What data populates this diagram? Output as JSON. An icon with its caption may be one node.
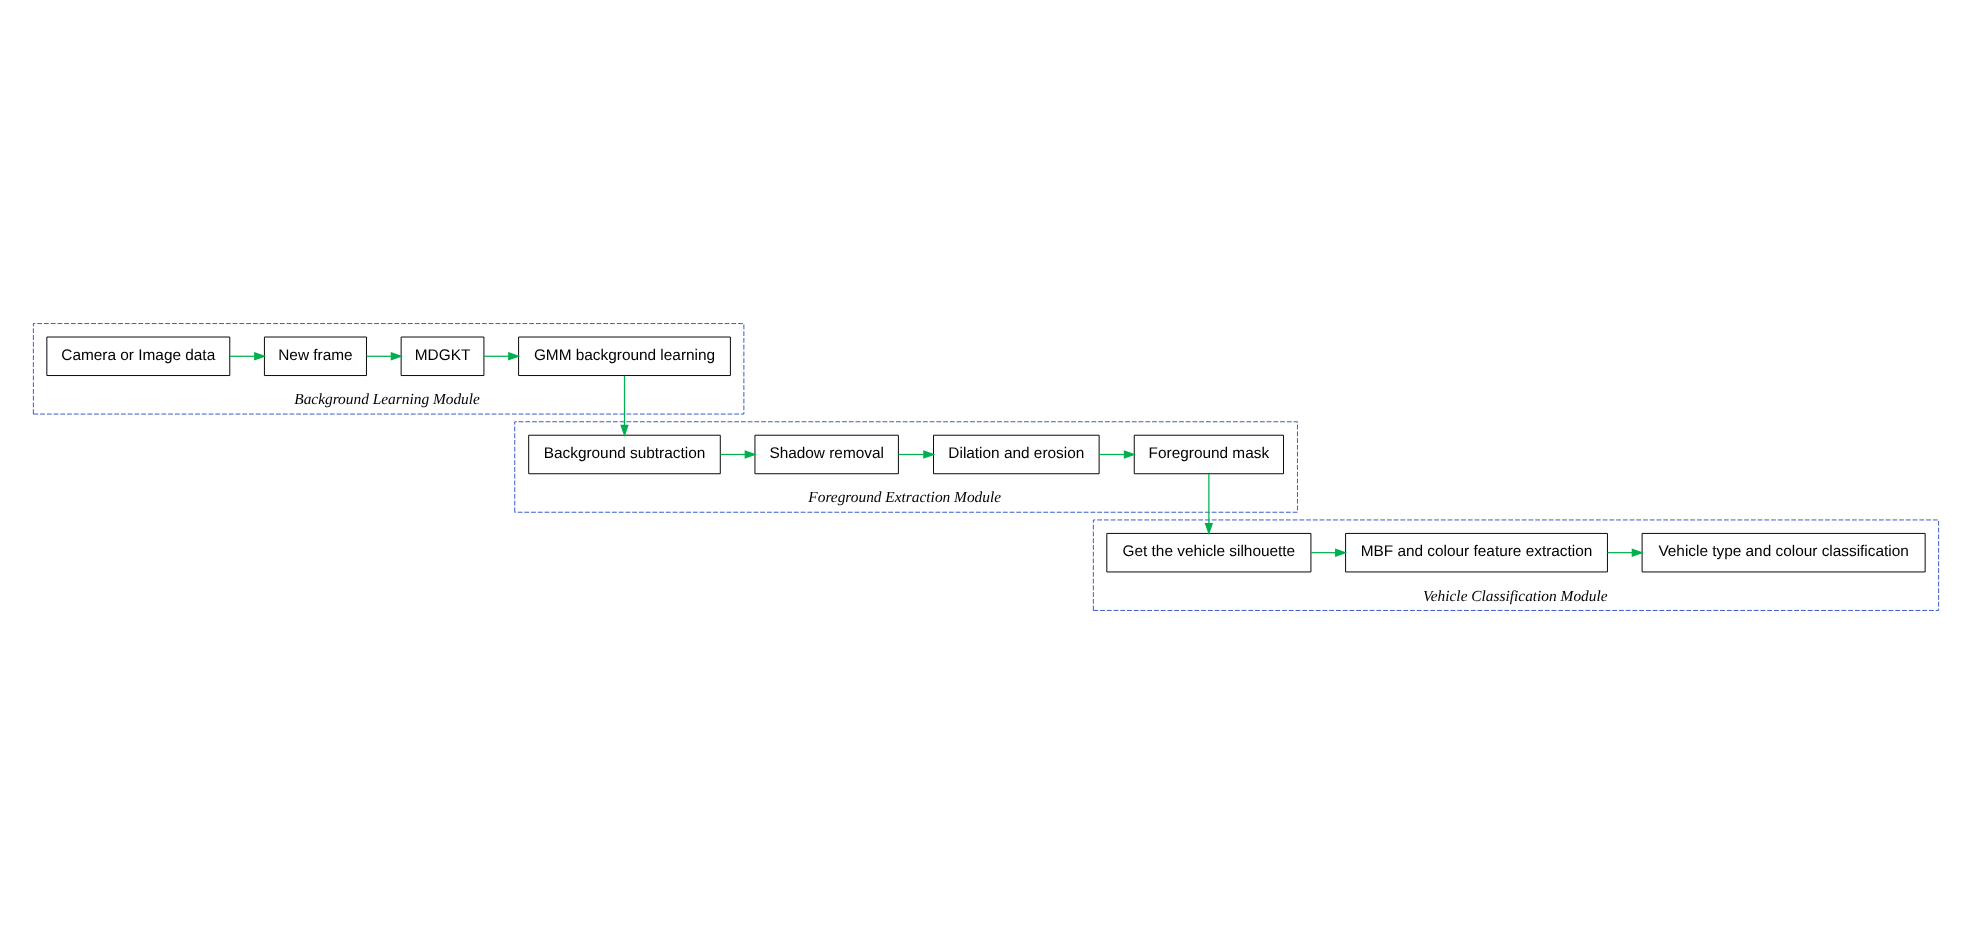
{
  "diagram": {
    "nodes": [
      {
        "text": [
          "Background Learning Module"
        ]
      },
      {
        "text": [
          "Camera or Image data"
        ],
        "in": 0
      },
      {
        "text": [
          "New frame"
        ],
        "in": 0
      },
      {
        "text": [
          "MDGKT"
        ],
        "in": 0
      },
      {
        "text": [
          "GMM background learning"
        ],
        "in": 0
      },
      {
        "text": [
          "Foreground Extraction Module"
        ]
      },
      {
        "text": [
          "Background subtraction"
        ],
        "in": 5
      },
      {
        "text": [
          "Shadow removal"
        ],
        "in": 5
      },
      {
        "text": [
          "Dilation and erosion"
        ],
        "in": 5
      },
      {
        "text": [
          "Foreground mask"
        ],
        "in": 5
      },
      {
        "text": [
          "Vehicle Classification Module"
        ]
      },
      {
        "text": [
          "Get the vehicle silhouette"
        ],
        "in": 10
      },
      {
        "text": [
          "MBF and colour feature extraction"
        ],
        "in": 10
      },
      {
        "text": [
          "Vehicle type and colour classification"
        ],
        "in": 10
      }
    ],
    "edges": [
      {
        "from": 1,
        "to": 2,
        "arrow": "to"
      },
      {
        "from": 2,
        "to": 3,
        "arrow": "to"
      },
      {
        "from": 3,
        "to": 4,
        "arrow": "to"
      },
      {
        "from": 4,
        "to": 6,
        "arrow": "to"
      },
      {
        "from": 6,
        "to": 7,
        "arrow": "to"
      },
      {
        "from": 7,
        "to": 8,
        "arrow": "to"
      },
      {
        "from": 8,
        "to": 9,
        "arrow": "to"
      },
      {
        "from": 9,
        "to": 11,
        "arrow": "to"
      },
      {
        "from": 11,
        "to": 12,
        "arrow": "to"
      },
      {
        "from": 12,
        "to": 13,
        "arrow": "to"
      }
    ]
  }
}
